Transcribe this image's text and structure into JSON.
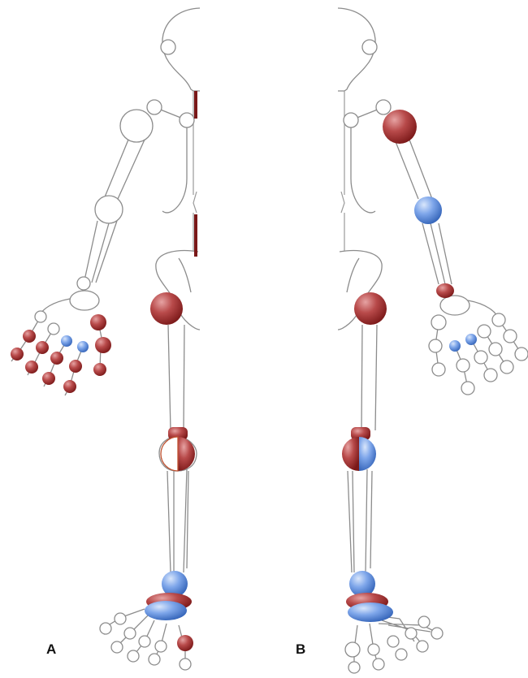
{
  "figure": {
    "panels": [
      {
        "id": "A",
        "label": "A"
      },
      {
        "id": "B",
        "label": "B"
      }
    ]
  },
  "legend_colors": {
    "red": "#9e2b2b",
    "blue": "#4d84d9",
    "bone_outline": "#8c8c8c"
  }
}
